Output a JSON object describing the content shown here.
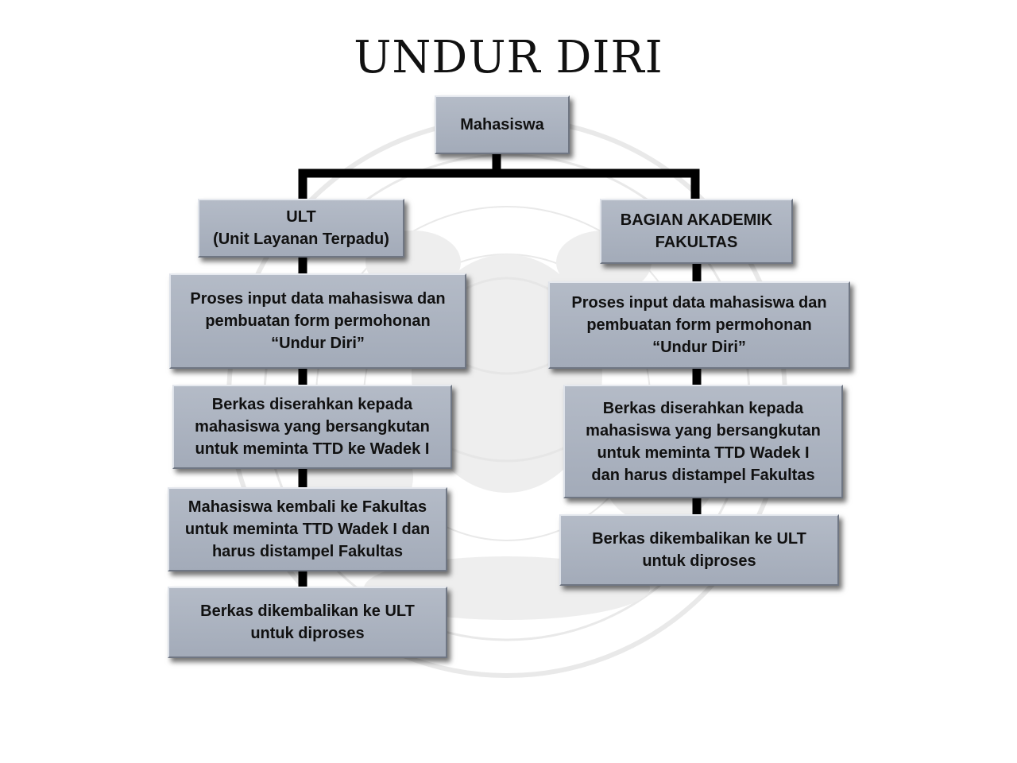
{
  "title": "UNDUR DIRI",
  "colors": {
    "box_fill": "#a9b0bd",
    "connector": "#000000",
    "watermark": "#e8e8e8"
  },
  "root": {
    "label": "Mahasiswa"
  },
  "left_branch": {
    "header": "ULT\n(Unit Layanan Terpadu)",
    "steps": [
      "Proses input data mahasiswa dan\npembuatan form permohonan\n“Undur Diri”",
      "Berkas diserahkan kepada\nmahasiswa yang bersangkutan\nuntuk meminta TTD ke Wadek I",
      "Mahasiswa kembali ke Fakultas\nuntuk meminta TTD Wadek I dan\nharus distampel Fakultas",
      "Berkas dikembalikan ke ULT\nuntuk diproses"
    ]
  },
  "right_branch": {
    "header": "BAGIAN AKADEMIK\nFAKULTAS",
    "steps": [
      "Proses input data mahasiswa dan\npembuatan form permohonan\n“Undur Diri”",
      "Berkas diserahkan kepada\nmahasiswa yang bersangkutan\nuntuk meminta TTD Wadek I\ndan harus distampel Fakultas",
      "Berkas dikembalikan ke ULT\nuntuk diproses"
    ]
  }
}
